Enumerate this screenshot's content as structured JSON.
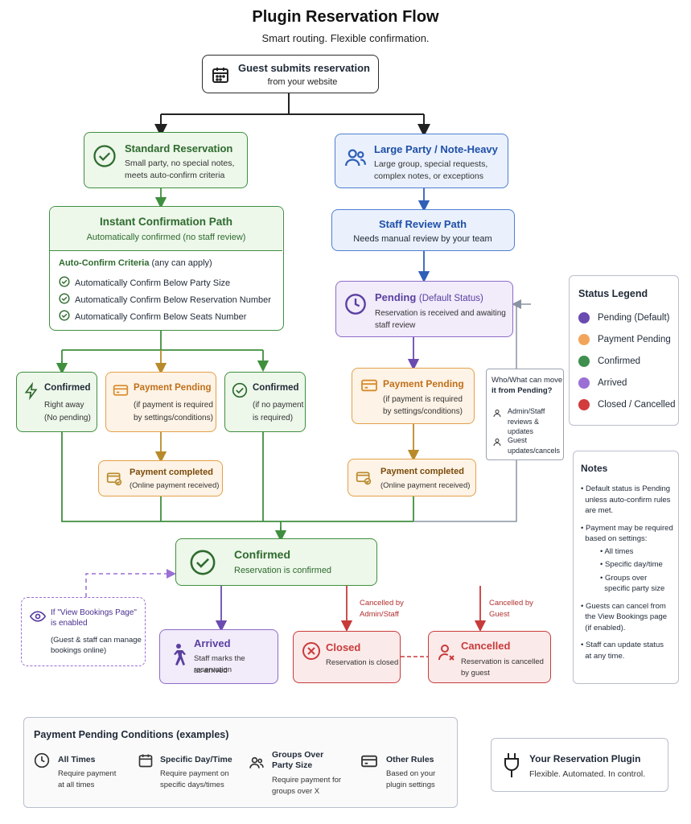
{
  "header": {
    "title": "Plugin Reservation Flow",
    "subtitle": "Smart routing. Flexible confirmation."
  },
  "start": {
    "title": "Guest submits reservation",
    "sub": "from your website"
  },
  "standard": {
    "title": "Standard Reservation",
    "l1": "Small party, no special notes,",
    "l2": "meets auto-confirm criteria"
  },
  "large": {
    "title": "Large Party / Note-Heavy",
    "l1": "Large group, special requests,",
    "l2": "complex notes, or exceptions"
  },
  "instant": {
    "title": "Instant Confirmation Path",
    "sub": "Automatically confirmed (no staff review)",
    "criteria_label": "Auto-Confirm Criteria",
    "criteria_note": "(any can apply)",
    "items": [
      "Automatically Confirm Below Party Size",
      "Automatically Confirm Below Reservation Number",
      "Automatically Confirm Below Seats Number"
    ]
  },
  "staff": {
    "title": "Staff Review Path",
    "sub": "Needs manual review by your team"
  },
  "pending": {
    "title": "Pending",
    "title_note": "(Default Status)",
    "l1": "Reservation is received and awaiting",
    "l2": "staff review"
  },
  "confirmed_right": {
    "title": "Confirmed",
    "l1": "Right away",
    "l2": "(No pending)"
  },
  "pay_pending_left": {
    "title": "Payment Pending",
    "l1": "(if payment is required",
    "l2": "by settings/conditions)"
  },
  "confirmed_nopay": {
    "title": "Confirmed",
    "l1": "(if no payment",
    "l2": "is required)"
  },
  "pay_pending_right": {
    "title": "Payment Pending",
    "l1": "(if payment is required",
    "l2": "by settings/conditions)"
  },
  "pay_done_left": {
    "title": "Payment completed",
    "sub": "(Online payment received)"
  },
  "pay_done_right": {
    "title": "Payment completed",
    "sub": "(Online payment received)"
  },
  "who": {
    "l1": "Who/What can move",
    "l2": "it from Pending?",
    "a1": "Admin/Staff",
    "a2": "reviews & updates",
    "g1": "Guest",
    "g2": "updates/cancels"
  },
  "legend": {
    "title": "Status Legend",
    "items": [
      {
        "label": "Pending (Default)",
        "color": "#6a4bb0"
      },
      {
        "label": "Payment Pending",
        "color": "#f2a55a"
      },
      {
        "label": "Confirmed",
        "color": "#3f8f4f"
      },
      {
        "label": "Arrived",
        "color": "#9b6fd6"
      },
      {
        "label": "Closed / Cancelled",
        "color": "#d23c3c"
      }
    ]
  },
  "notes": {
    "title": "Notes",
    "n1": [
      "Default status is Pending",
      "unless auto-confirm rules",
      "are met."
    ],
    "n2": [
      "Payment may be required",
      "based on settings:"
    ],
    "n2_sub": [
      "All times",
      "Specific day/time",
      "Groups over",
      "specific party size"
    ],
    "n3": [
      "Guests can cancel from",
      "the View Bookings page",
      "(if enabled)."
    ],
    "n4": [
      "Staff can update status",
      "at any time."
    ]
  },
  "confirmed_main": {
    "title": "Confirmed",
    "sub": "Reservation is confirmed"
  },
  "view_bookings": {
    "l1": "If \"View Bookings Page\"",
    "l2": "is enabled",
    "l3": "(Guest & staff can manage",
    "l4": "bookings online)"
  },
  "arrived": {
    "title": "Arrived",
    "l1": "Staff marks the reservation",
    "l2": "as arrived"
  },
  "closed": {
    "title": "Closed",
    "sub": "Reservation is closed"
  },
  "cancelled": {
    "title": "Cancelled",
    "l1": "Reservation is cancelled",
    "l2": "by guest"
  },
  "edge_admin": {
    "l1": "Cancelled by",
    "l2": "Admin/Staff"
  },
  "edge_guest": {
    "l1": "Cancelled by",
    "l2": "Guest"
  },
  "conditions": {
    "title": "Payment Pending Conditions (examples)",
    "c1": {
      "title": "All Times",
      "l1": "Require payment",
      "l2": "at all times"
    },
    "c2": {
      "title": "Specific Day/Time",
      "l1": "Require payment on",
      "l2": "specific days/times"
    },
    "c3": {
      "title1": "Groups Over",
      "title2": "Party Size",
      "l1": "Require payment for",
      "l2": "groups over X"
    },
    "c4": {
      "title": "Other Rules",
      "l1": "Based on your",
      "l2": "plugin settings"
    }
  },
  "plugin": {
    "title": "Your Reservation Plugin",
    "sub": "Flexible. Automated. In control."
  }
}
